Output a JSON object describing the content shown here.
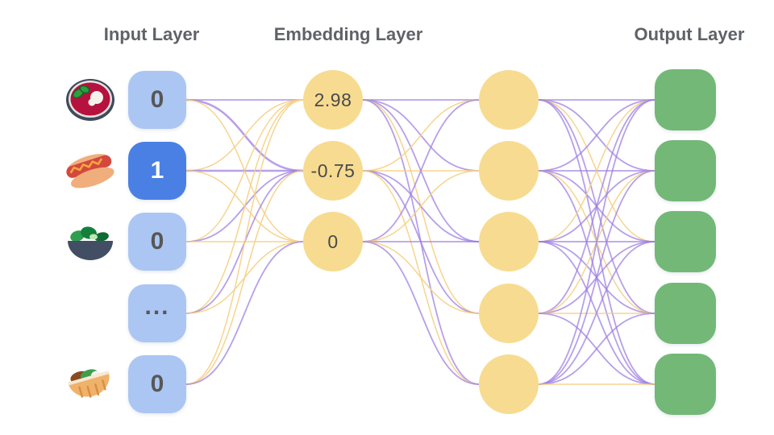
{
  "diagram": {
    "titles": {
      "input": "Input Layer",
      "embedding": "Embedding Layer",
      "output": "Output Layer"
    },
    "input_nodes": [
      {
        "label": "0",
        "icon": "soup-bowl",
        "active": false
      },
      {
        "label": "1",
        "icon": "hot-dog",
        "active": true
      },
      {
        "label": "0",
        "icon": "salad-bowl",
        "active": false
      },
      {
        "label": "...",
        "icon": "",
        "active": false
      },
      {
        "label": "0",
        "icon": "pita-wrap",
        "active": false
      }
    ],
    "embedding_nodes": [
      {
        "label": "2.98"
      },
      {
        "label": "-0.75"
      },
      {
        "label": "0"
      }
    ],
    "hidden_nodes": [
      {
        "label": ""
      },
      {
        "label": ""
      },
      {
        "label": ""
      },
      {
        "label": ""
      },
      {
        "label": ""
      }
    ],
    "output_nodes": [
      {
        "label": ""
      },
      {
        "label": ""
      },
      {
        "label": ""
      },
      {
        "label": ""
      },
      {
        "label": ""
      }
    ],
    "edges": {
      "input_to_embedding": [
        [
          "P",
          "P2",
          "Y"
        ],
        [
          "Y",
          "P2",
          "Y"
        ],
        [
          "Y",
          "P",
          "Y"
        ],
        [
          "Y",
          "P",
          "Y"
        ],
        [
          "Y",
          "Y",
          "P"
        ]
      ],
      "embedding_to_hidden": [
        [
          "P",
          "P",
          "P",
          "Y",
          "P"
        ],
        [
          "Y",
          "Y",
          "P",
          "P",
          "Y"
        ],
        [
          "P",
          "Y",
          "P",
          "Y",
          "P"
        ]
      ],
      "hidden_to_output": [
        [
          "P",
          "P",
          "Y",
          "P",
          "P"
        ],
        [
          "P",
          "P",
          "P",
          "Y",
          "P"
        ],
        [
          "Y",
          "P",
          "P",
          "P",
          "P"
        ],
        [
          "P",
          "Y",
          "P",
          "Y",
          "P"
        ],
        [
          "P",
          "P",
          "P",
          "P",
          "Y"
        ]
      ]
    },
    "colors": {
      "input_node": "#abc6f2",
      "input_node_active": "#4a80e4",
      "embedding_node": "#f7db90",
      "hidden_node": "#f7db90",
      "output_node": "#73b877",
      "edge_purple": "#9b7ce0",
      "edge_yellow": "#f6cf82",
      "title_text": "#5f6368",
      "node_text": "#575757",
      "active_node_text": "#ffffff"
    }
  }
}
